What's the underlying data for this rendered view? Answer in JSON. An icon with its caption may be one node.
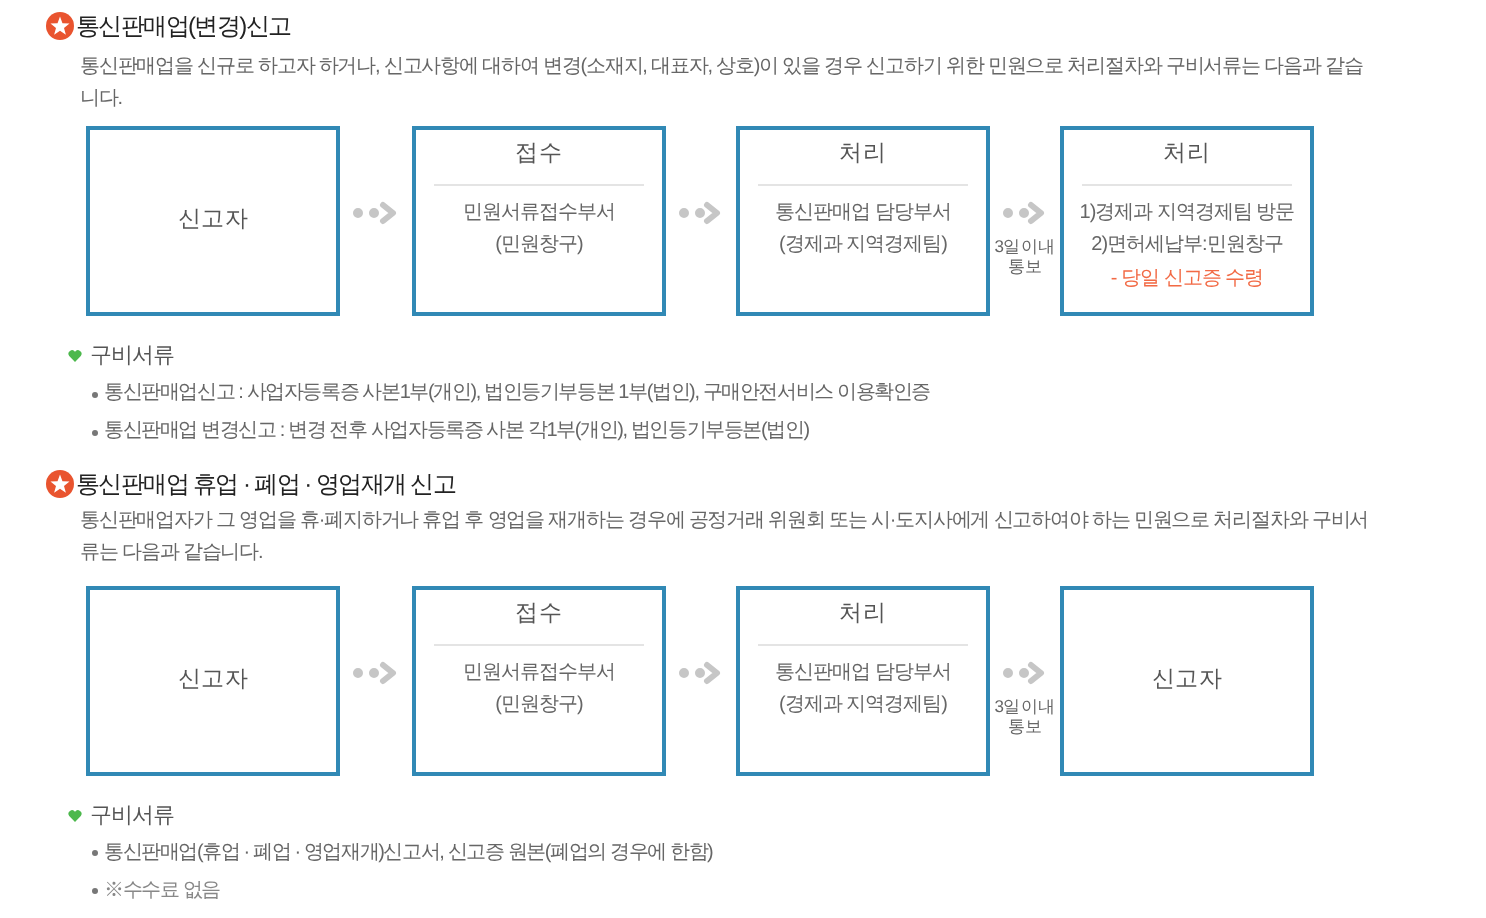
{
  "diagram": {
    "nodes": [
      {
        "text": [
          "신고자"
        ]
      },
      {
        "text": [
          "접수",
          "민원서류접수부서 (민원창구)"
        ]
      },
      {
        "text": [
          "처리",
          "통신판매업 담당부서 (경제과 지역경제팀)"
        ]
      },
      {
        "text": [
          "처리",
          "1)경제과 지역경제팀 방문",
          "2)면허세납부:민원창구",
          "- 당일 신고증 수령"
        ]
      },
      {
        "text": [
          "신고자"
        ]
      },
      {
        "text": [
          "접수",
          "민원서류접수부서 (민원창구)"
        ]
      },
      {
        "text": [
          "처리",
          "통신판매업 담당부서 (경제과 지역경제팀)"
        ]
      },
      {
        "text": [
          "신고자"
        ]
      }
    ],
    "edges": [
      {
        "from": 0,
        "to": 1,
        "arrow": "to"
      },
      {
        "from": 1,
        "to": 2,
        "arrow": "to"
      },
      {
        "from": 2,
        "to": 3,
        "arrow": "to",
        "label": "3일이내 통보"
      },
      {
        "from": 4,
        "to": 5,
        "arrow": "to"
      },
      {
        "from": 5,
        "to": 6,
        "arrow": "to"
      },
      {
        "from": 6,
        "to": 7,
        "arrow": "to",
        "label": "3일이내 통보"
      }
    ],
    "labels": [
      "통신판매업(변경)신고",
      "통신판매업을 신규로 하고자 하거나, 신고사항에 대하여 변경(소재지, 대표자, 상호)이 있을 경우 신고하기 위한 민원으로 처리절차와 구비서류는 다음과 같습니다.",
      "구비서류",
      "통신판매업신고 : 사업자등록증 사본1부(개인), 법인등기부등본 1부(법인), 구매안전서비스 이용확인증",
      "통신판매업 변경신고 : 변경 전후 사업자등록증 사본 각1부(개인), 법인등기부등본(법인)",
      "통신판매업 휴업 · 폐업 · 영업재개 신고",
      "통신판매업자가 그 영업을 휴·폐지하거나 휴업 후 영업을 재개하는 경우에 공정거래 위원회 또는 시·도지사에게 신고하여야 하는 민원으로 처리절차와 구비서류는 다음과 같습니다.",
      "구비서류",
      "통신판매업(휴업 · 폐업 · 영업재개)신고서, 신고증 원본(폐업의 경우에 한함)",
      "※수수료 없음"
    ]
  }
}
